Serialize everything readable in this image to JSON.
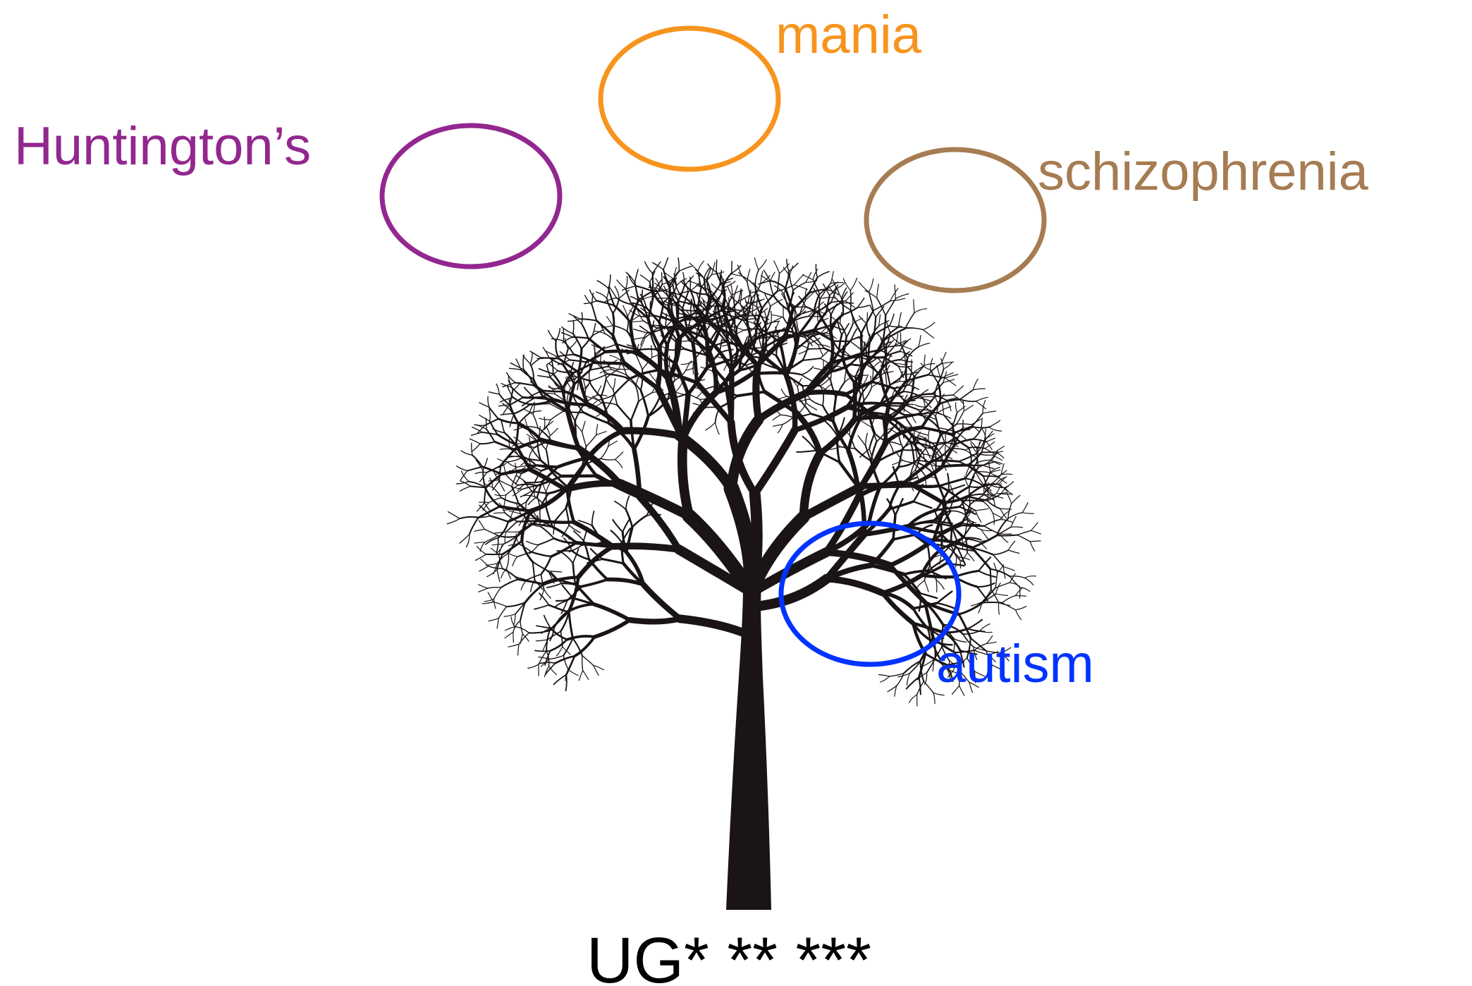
{
  "labels": {
    "mania": {
      "text": "mania",
      "color": "#F7941D"
    },
    "huntingtons": {
      "text": "Huntington’s",
      "color": "#92278F"
    },
    "schizophrenia": {
      "text": "schizophrenia",
      "color": "#A67C52"
    },
    "autism": {
      "text": "autism",
      "color": "#0033FF"
    },
    "root": {
      "text": "UG* ** ***",
      "color": "#000000"
    }
  },
  "tree": {
    "color": "#1a1414"
  }
}
